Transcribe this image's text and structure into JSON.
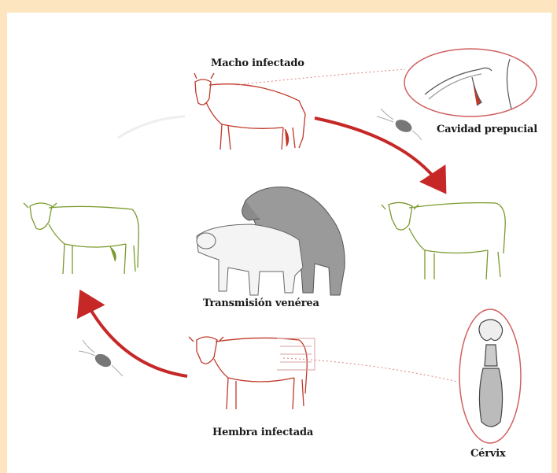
{
  "labels": {
    "macho": "Macho infectado",
    "cavidad": "Cavidad prepucial",
    "transmision": "Transmisión venérea",
    "hembra": "Hembra infectada",
    "cervix": "Cérvix"
  },
  "colors": {
    "frame": "#fde6bf",
    "infected": "#c0392b",
    "healthy": "#7a9a2e",
    "arrow": "#c62828",
    "dotted": "#e08080",
    "gray": "#8a8a8a"
  }
}
